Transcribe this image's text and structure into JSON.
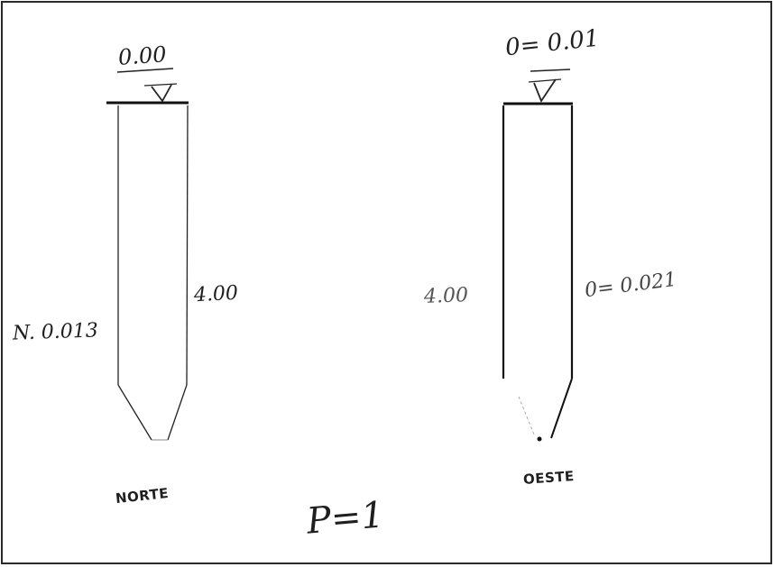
{
  "left_column": {
    "top_level": "0.00",
    "depth": "4.00",
    "side_value": "N. 0.013",
    "caption": "NORTE"
  },
  "right_column": {
    "top_level": "0= 0.01",
    "depth": "4.00",
    "side_value": "0= 0.021",
    "caption": "OESTE"
  },
  "page_mark": "P=1"
}
